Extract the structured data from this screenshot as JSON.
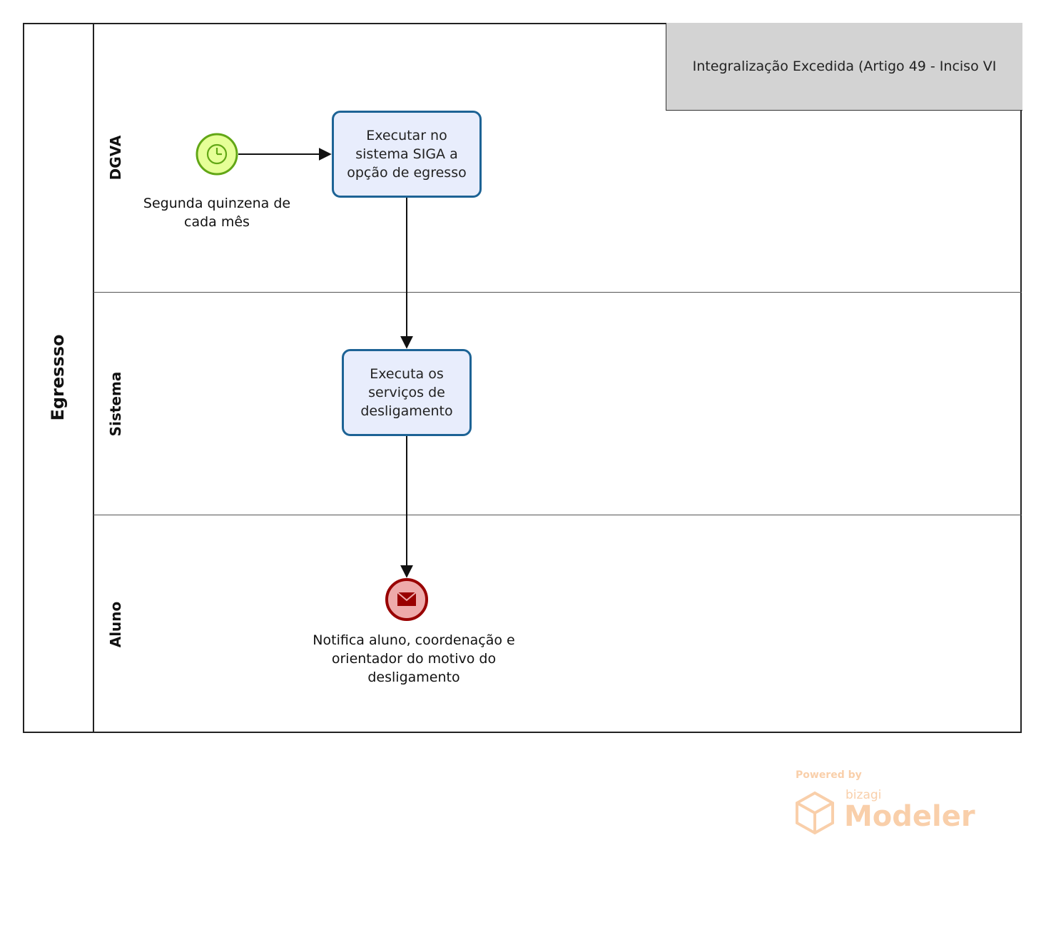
{
  "pool": {
    "label": "Egressso"
  },
  "lanes": [
    {
      "label": "DGVA"
    },
    {
      "label": "Sistema"
    },
    {
      "label": "Aluno"
    }
  ],
  "annotation": {
    "text": "Integralização Excedida (Artigo 49 - Inciso VI"
  },
  "start_event": {
    "type": "timer",
    "label_line1": "Segunda quinzena de",
    "label_line2": "cada mês",
    "fill": "#e6ff97",
    "stroke": "#62a716"
  },
  "tasks": [
    {
      "lines": [
        "Executar no",
        "sistema SIGA a",
        "opção de egresso"
      ]
    },
    {
      "lines": [
        "Executa os",
        "serviços de",
        "desligamento"
      ]
    }
  ],
  "end_event": {
    "type": "message",
    "label_lines": [
      "Notifica aluno, coordenação e",
      "orientador do motivo do",
      "desligamento"
    ],
    "fill": "#eeaaaa",
    "stroke": "#990000"
  },
  "colors": {
    "task_fill": "#e8edfc",
    "task_stroke": "#1d6395",
    "annotation_fill": "#d3d3d3"
  },
  "watermark": {
    "powered_by": "Powered by",
    "brand": "bizagi",
    "product": "Modeler",
    "color": "#f8c79c"
  }
}
